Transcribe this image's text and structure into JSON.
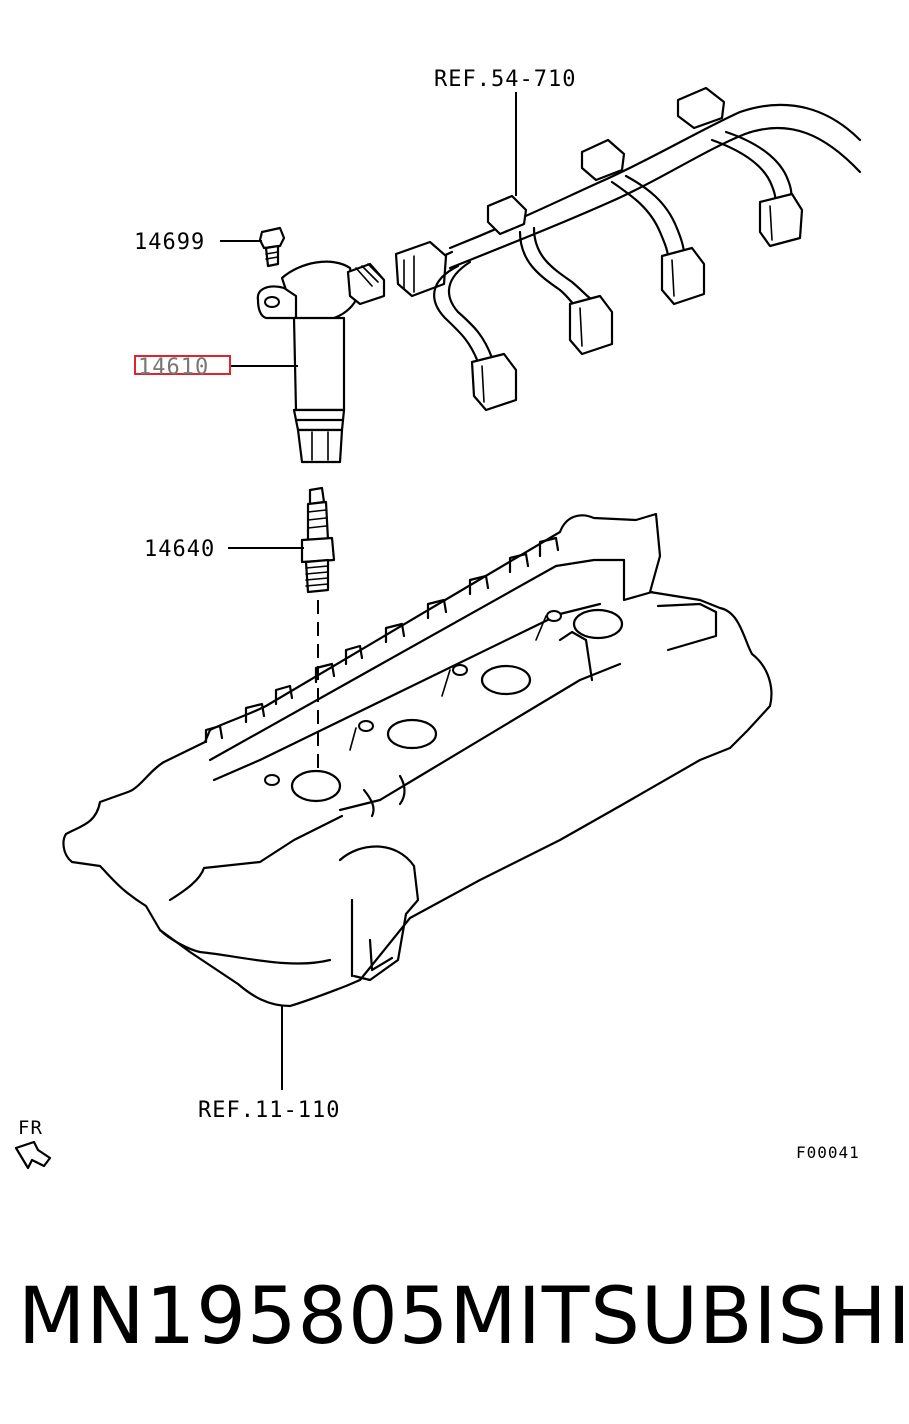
{
  "callouts": {
    "ref_harness": "REF.54-710",
    "bolt": "14699",
    "ignition_coil": "14610",
    "spark_plug": "14640",
    "ref_cover": "REF.11-110",
    "front_marker": "FR",
    "figure_code": "F00041"
  },
  "highlight": {
    "target": "14610",
    "color": "#e0242e"
  },
  "footer": {
    "part_number": "MN195805",
    "brand": "MITSUBISHI"
  }
}
